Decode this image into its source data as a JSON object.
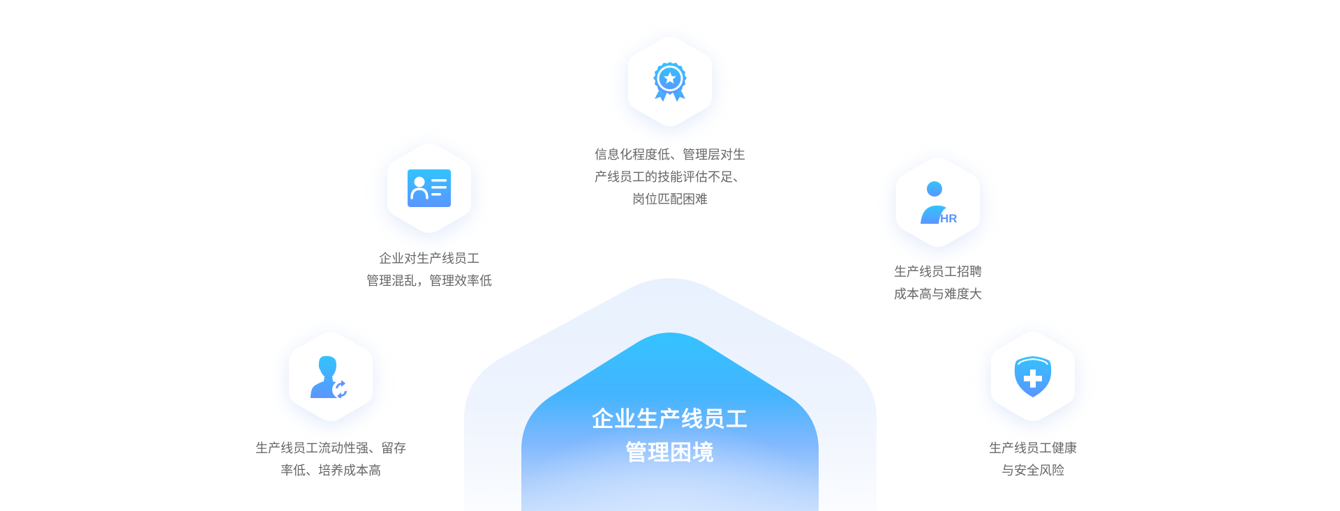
{
  "diagram": {
    "center": {
      "title_line1": "企业生产线员工",
      "title_line2": "管理困境"
    },
    "nodes": [
      {
        "id": "top",
        "icon": "award-ribbon-star-icon",
        "lines": [
          "信息化程度低、管理层对生",
          "产线员工的技能评估不足、",
          "岗位匹配困难"
        ]
      },
      {
        "id": "upper-left",
        "icon": "id-card-icon",
        "lines": [
          "企业对生产线员工",
          "管理混乱，管理效率低"
        ]
      },
      {
        "id": "upper-right",
        "icon": "hr-person-icon",
        "icon_text": "HR",
        "lines": [
          "生产线员工招聘",
          "成本高与难度大"
        ]
      },
      {
        "id": "lower-left",
        "icon": "person-refresh-icon",
        "lines": [
          "生产线员工流动性强、留存",
          "率低、培养成本高"
        ]
      },
      {
        "id": "lower-right",
        "icon": "shield-plus-icon",
        "lines": [
          "生产线员工健康",
          "与安全风险"
        ]
      }
    ],
    "colors": {
      "icon_gradient_top": "#33C3FF",
      "icon_gradient_bottom": "#5B95FF",
      "outer_hex": "#EAF2FE",
      "label_text": "#666666",
      "title_text": "#FFFFFF"
    }
  }
}
